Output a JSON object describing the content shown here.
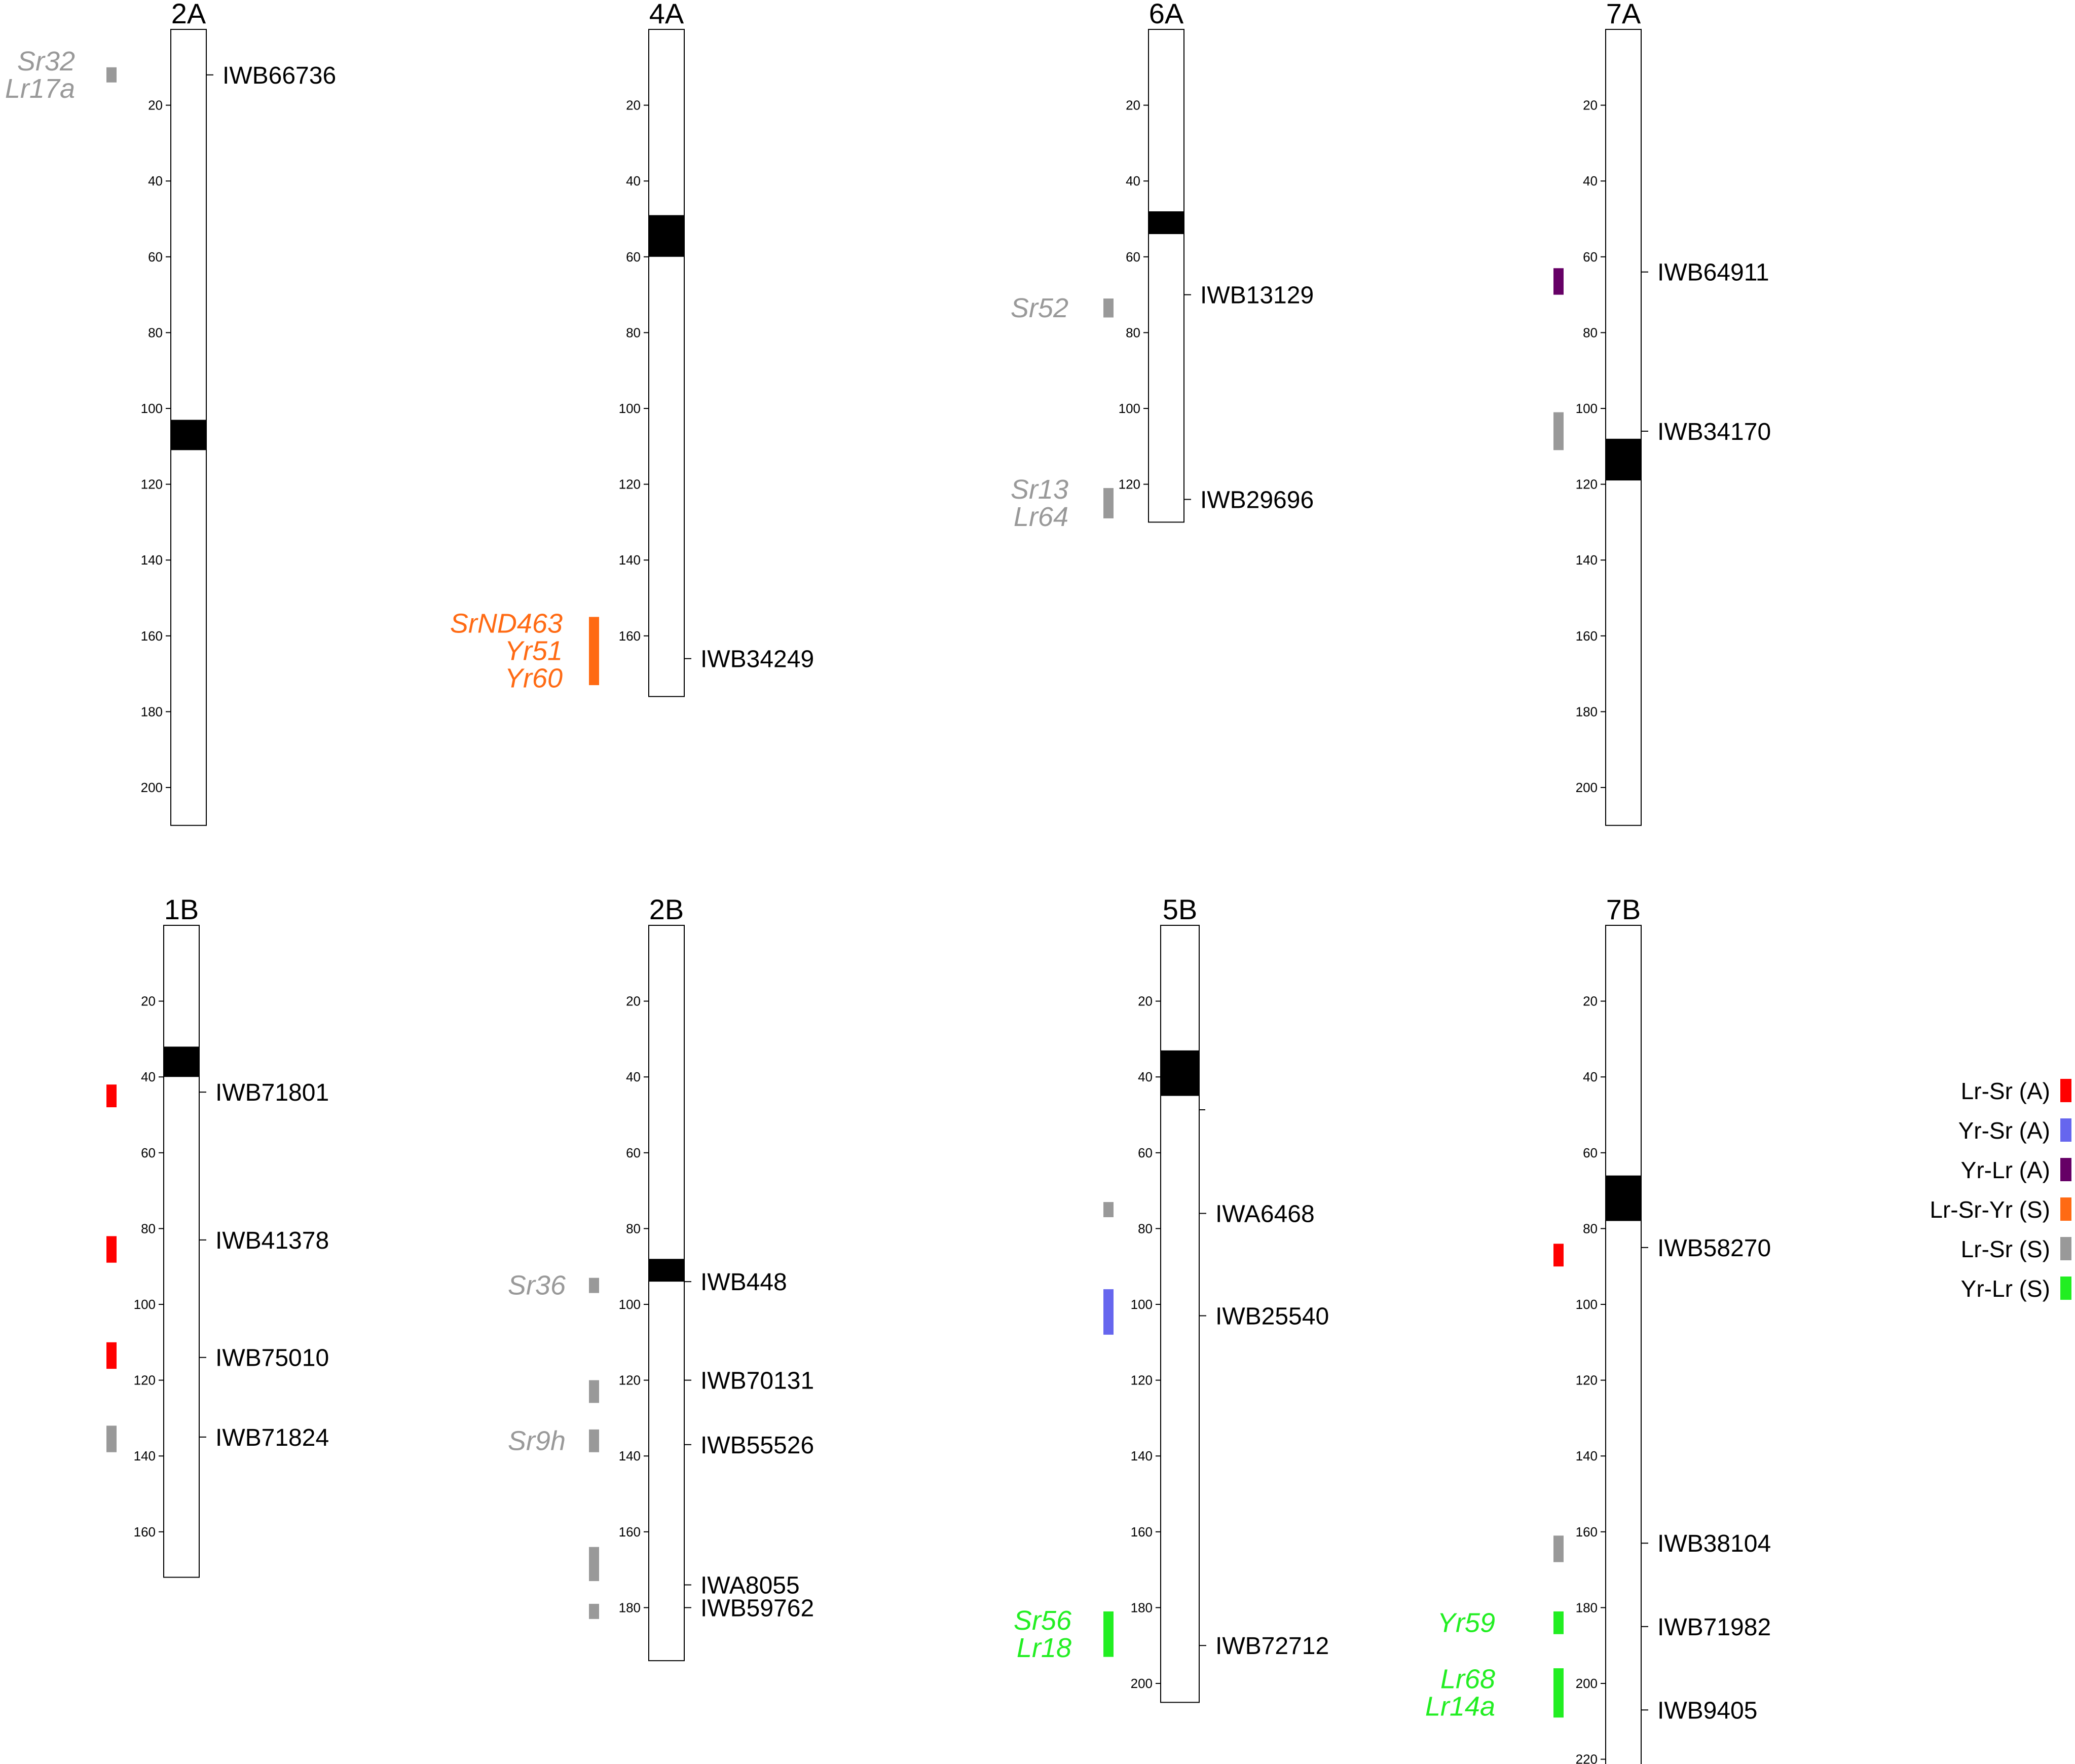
{
  "colors": {
    "Lr-Sr (A)": "#ff0000",
    "Yr-Sr (A)": "#6666ee",
    "Yr-Lr (A)": "#660066",
    "Lr-Sr-Yr (S)": "#ff6a13",
    "Lr-Sr (S)": "#999999",
    "Yr-Lr (S)": "#22ee22"
  },
  "legend": [
    {
      "label": "Lr-Sr (A)",
      "category": "Lr-Sr (A)"
    },
    {
      "label": "Yr-Sr (A)",
      "category": "Yr-Sr (A)"
    },
    {
      "label": "Yr-Lr (A)",
      "category": "Yr-Lr (A)"
    },
    {
      "label": "Lr-Sr-Yr (S)",
      "category": "Lr-Sr-Yr (S)"
    },
    {
      "label": "Lr-Sr (S)",
      "category": "Lr-Sr (S)"
    },
    {
      "label": "Yr-Lr (S)",
      "category": "Yr-Lr (S)"
    }
  ],
  "chromosomes": [
    {
      "name": "2A",
      "length": 210,
      "ticks": [
        20,
        40,
        60,
        80,
        100,
        120,
        140,
        160,
        180,
        200
      ],
      "centromere": [
        103,
        111
      ],
      "markers": [
        {
          "name": "IWB66736",
          "pos": 12
        }
      ],
      "regions": [
        {
          "start": 10,
          "end": 14,
          "category": "Lr-Sr (S)",
          "genes": [
            "Sr32",
            "Lr17a"
          ]
        }
      ]
    },
    {
      "name": "4A",
      "length": 176,
      "ticks": [
        20,
        40,
        60,
        80,
        100,
        120,
        140,
        160
      ],
      "centromere": [
        49,
        60
      ],
      "markers": [
        {
          "name": "IWB34249",
          "pos": 166
        }
      ],
      "regions": [
        {
          "start": 155,
          "end": 173,
          "category": "Lr-Sr-Yr (S)",
          "genes": [
            "SrND463",
            "Yr51",
            "Yr60"
          ]
        }
      ]
    },
    {
      "name": "6A",
      "length": 130,
      "ticks": [
        20,
        40,
        60,
        80,
        100,
        120
      ],
      "centromere": [
        48,
        54
      ],
      "markers": [
        {
          "name": "IWB13129",
          "pos": 70
        },
        {
          "name": "IWB29696",
          "pos": 124
        }
      ],
      "regions": [
        {
          "start": 71,
          "end": 76,
          "category": "Lr-Sr (S)",
          "genes": [
            "Sr52"
          ]
        },
        {
          "start": 121,
          "end": 129,
          "category": "Lr-Sr (S)",
          "genes": [
            "Sr13",
            "Lr64"
          ]
        }
      ]
    },
    {
      "name": "7A",
      "length": 210,
      "ticks": [
        20,
        40,
        60,
        80,
        100,
        120,
        140,
        160,
        180,
        200
      ],
      "centromere": [
        108,
        119
      ],
      "markers": [
        {
          "name": "IWB64911",
          "pos": 64
        },
        {
          "name": "IWB34170",
          "pos": 106
        }
      ],
      "regions": [
        {
          "start": 63,
          "end": 70,
          "category": "Yr-Lr (A)",
          "genes": []
        },
        {
          "start": 101,
          "end": 111,
          "category": "Lr-Sr (S)",
          "genes": []
        }
      ]
    },
    {
      "name": "1B",
      "length": 172,
      "ticks": [
        20,
        40,
        60,
        80,
        100,
        120,
        140,
        160
      ],
      "centromere": [
        32,
        40
      ],
      "markers": [
        {
          "name": "IWB71801",
          "pos": 44
        },
        {
          "name": "IWB41378",
          "pos": 83
        },
        {
          "name": "IWB75010",
          "pos": 114
        },
        {
          "name": "IWB71824",
          "pos": 135
        }
      ],
      "regions": [
        {
          "start": 42,
          "end": 48,
          "category": "Lr-Sr (A)",
          "genes": []
        },
        {
          "start": 82,
          "end": 89,
          "category": "Lr-Sr (A)",
          "genes": []
        },
        {
          "start": 110,
          "end": 117,
          "category": "Lr-Sr (A)",
          "genes": []
        },
        {
          "start": 132,
          "end": 139,
          "category": "Lr-Sr (S)",
          "genes": []
        }
      ]
    },
    {
      "name": "2B",
      "length": 194,
      "ticks": [
        20,
        40,
        60,
        80,
        100,
        120,
        140,
        160,
        180
      ],
      "centromere": [
        88,
        94
      ],
      "markers": [
        {
          "name": "IWB448",
          "pos": 94
        },
        {
          "name": "IWB70131",
          "pos": 120
        },
        {
          "name": "IWB55526",
          "pos": 137
        },
        {
          "name": "IWA8055",
          "pos": 174
        },
        {
          "name": "IWB59762",
          "pos": 180
        }
      ],
      "regions": [
        {
          "start": 93,
          "end": 97,
          "category": "Lr-Sr (S)",
          "genes": [
            "Sr36"
          ]
        },
        {
          "start": 120,
          "end": 126,
          "category": "Lr-Sr (S)",
          "genes": []
        },
        {
          "start": 133,
          "end": 139,
          "category": "Lr-Sr (S)",
          "genes": [
            "Sr9h"
          ]
        },
        {
          "start": 164,
          "end": 173,
          "category": "Lr-Sr (S)",
          "genes": []
        },
        {
          "start": 179,
          "end": 183,
          "category": "Lr-Sr (S)",
          "genes": []
        }
      ]
    },
    {
      "name": "5B",
      "length": 205,
      "ticks": [
        20,
        40,
        60,
        80,
        100,
        120,
        140,
        160,
        180,
        200
      ],
      "centromere": [
        33,
        45
      ],
      "markers": [
        {
          "name": "IWA6468",
          "pos": 76
        },
        {
          "name": "IWB25540",
          "pos": 103
        },
        {
          "name": "IWB72712",
          "pos": 190
        }
      ],
      "regions": [
        {
          "start": 73,
          "end": 77,
          "category": "Lr-Sr (S)",
          "genes": []
        },
        {
          "start": 96,
          "end": 108,
          "category": "Yr-Sr (A)",
          "genes": []
        },
        {
          "start": 181,
          "end": 193,
          "category": "Yr-Lr (S)",
          "genes": [
            "Sr56",
            "Lr18"
          ]
        }
      ]
    },
    {
      "name": "7B",
      "length": 226,
      "ticks": [
        20,
        40,
        60,
        80,
        100,
        120,
        140,
        160,
        180,
        200,
        220
      ],
      "centromere": [
        66,
        78
      ],
      "markers": [
        {
          "name": "IWB58270",
          "pos": 85
        },
        {
          "name": "IWB38104",
          "pos": 163
        },
        {
          "name": "IWB71982",
          "pos": 185
        },
        {
          "name": "IWB9405",
          "pos": 207
        }
      ],
      "regions": [
        {
          "start": 84,
          "end": 90,
          "category": "Lr-Sr (A)",
          "genes": []
        },
        {
          "start": 161,
          "end": 168,
          "category": "Lr-Sr (S)",
          "genes": []
        },
        {
          "start": 181,
          "end": 187,
          "category": "Yr-Lr (S)",
          "genes": [
            "Yr59"
          ]
        },
        {
          "start": 196,
          "end": 209,
          "category": "Yr-Lr (S)",
          "genes": [
            "Lr68",
            "Lr14a"
          ]
        }
      ]
    }
  ]
}
